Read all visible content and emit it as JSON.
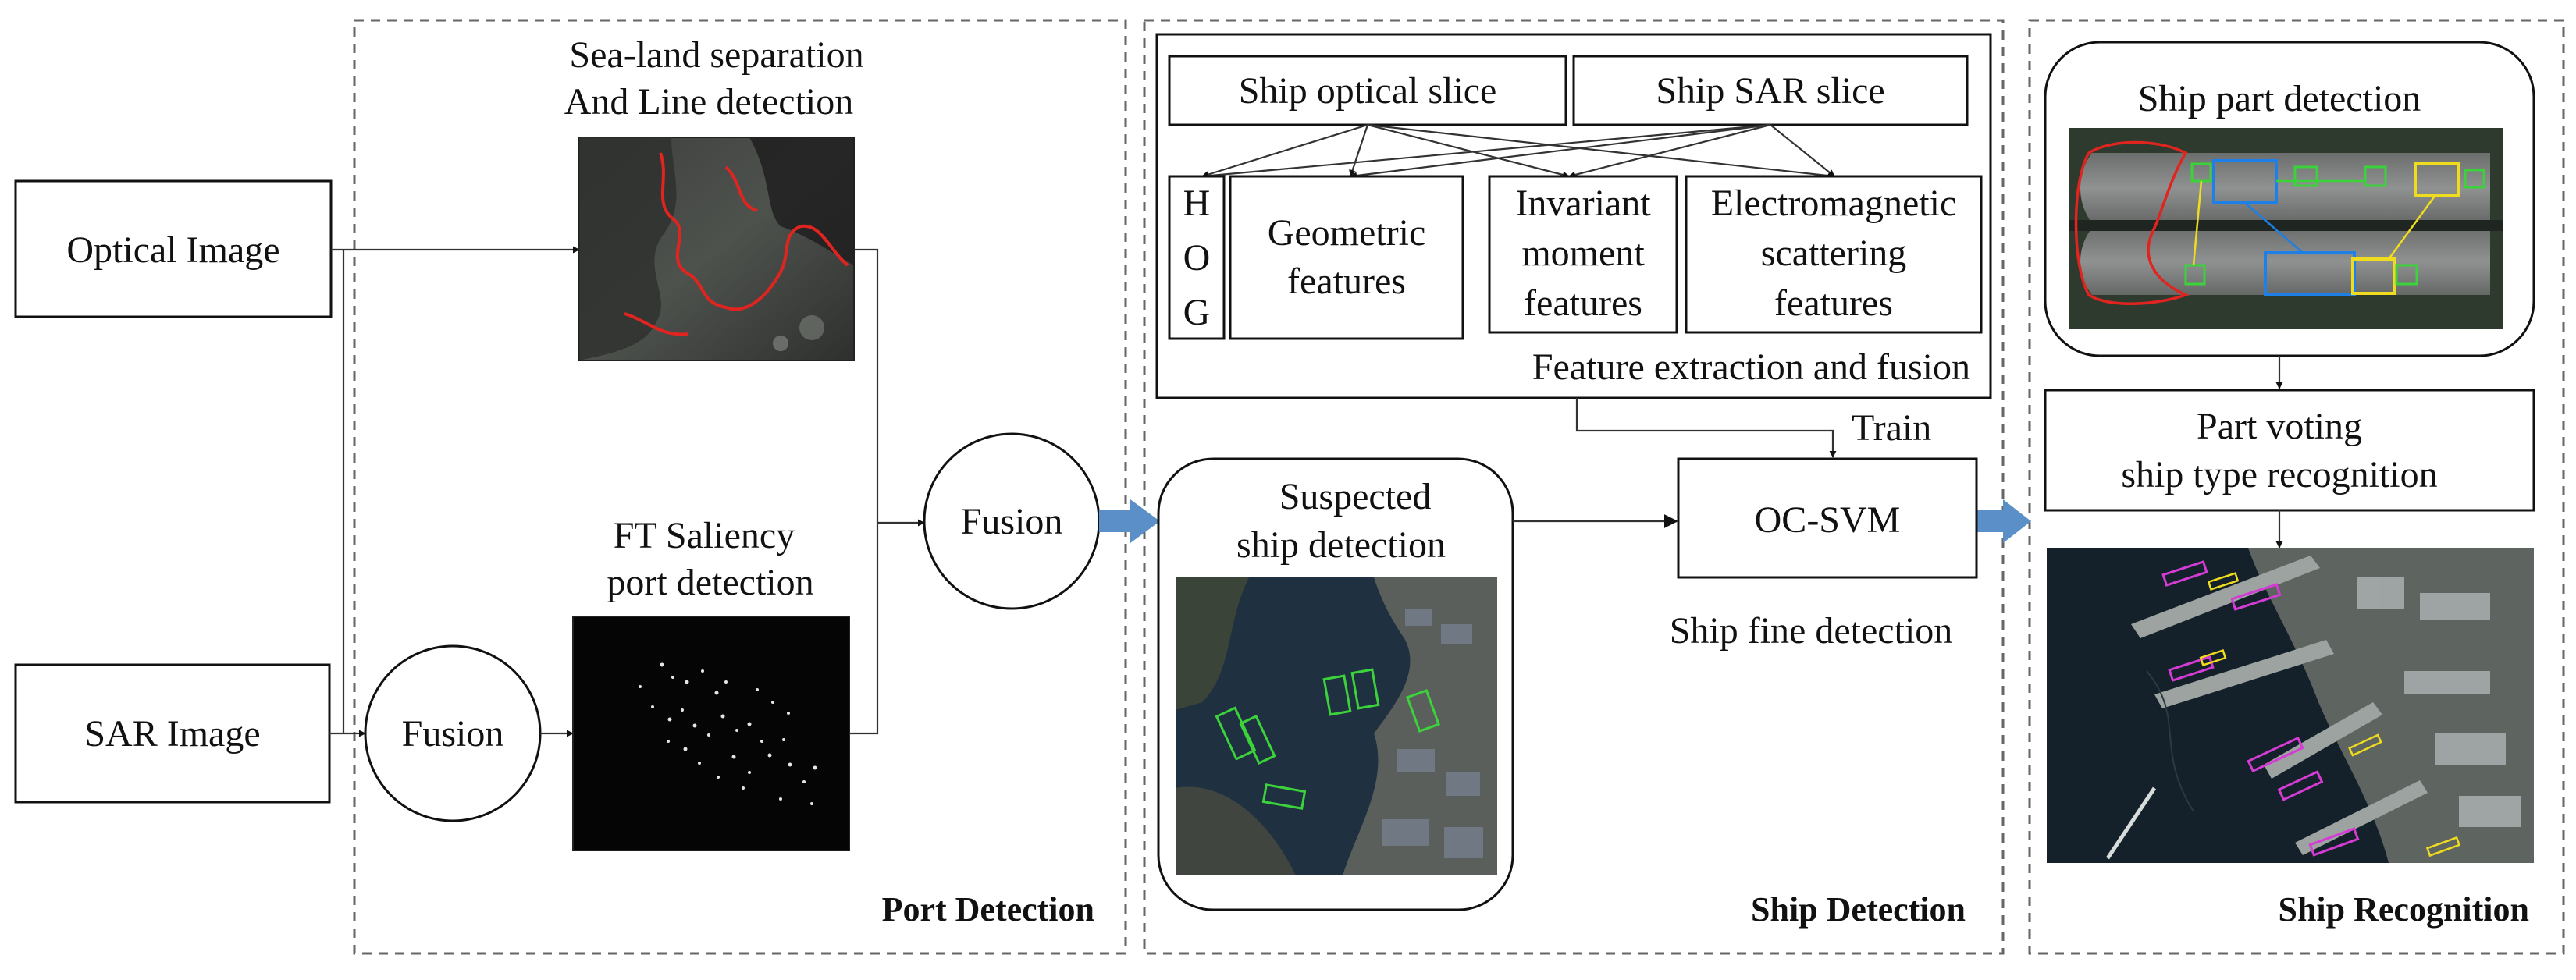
{
  "inputs": {
    "optical": "Optical Image",
    "sar": "SAR Image"
  },
  "port": {
    "section_title": "Port Detection",
    "sea_land_line1": "Sea-land separation",
    "sea_land_line2": "And Line detection",
    "ft_line1": "FT Saliency",
    "ft_line2": "port detection",
    "fusion_small": "Fusion",
    "fusion_big": "Fusion"
  },
  "ship_detection": {
    "section_title": "Ship Detection",
    "optical_slice": "Ship optical slice",
    "sar_slice": "Ship SAR slice",
    "hog": [
      "H",
      "O",
      "G"
    ],
    "geometric": [
      "Geometric",
      "features"
    ],
    "invariant": [
      "Invariant",
      "moment",
      "features"
    ],
    "electromagnetic": [
      "Electromagnetic",
      "scattering",
      "features"
    ],
    "feature_fusion": "Feature extraction and fusion",
    "train": "Train",
    "suspected_line1": "Suspected",
    "suspected_line2": "ship detection",
    "ocsvm": "OC-SVM",
    "fine_detection": "Ship fine detection"
  },
  "recognition": {
    "section_title": "Ship Recognition",
    "part_detection": "Ship part detection",
    "voting_line1": "Part voting",
    "voting_line2": "ship type recognition"
  },
  "colors": {
    "flow_arrow": "#5b8fc7",
    "coastline": "#e0241f",
    "detection_box": "#3bd23b",
    "part_blue": "#1e7fe6",
    "part_yellow": "#f0dc1e",
    "part_green": "#3bd23b",
    "part_red": "#e0241f",
    "recog_box": "#d43cd4"
  }
}
